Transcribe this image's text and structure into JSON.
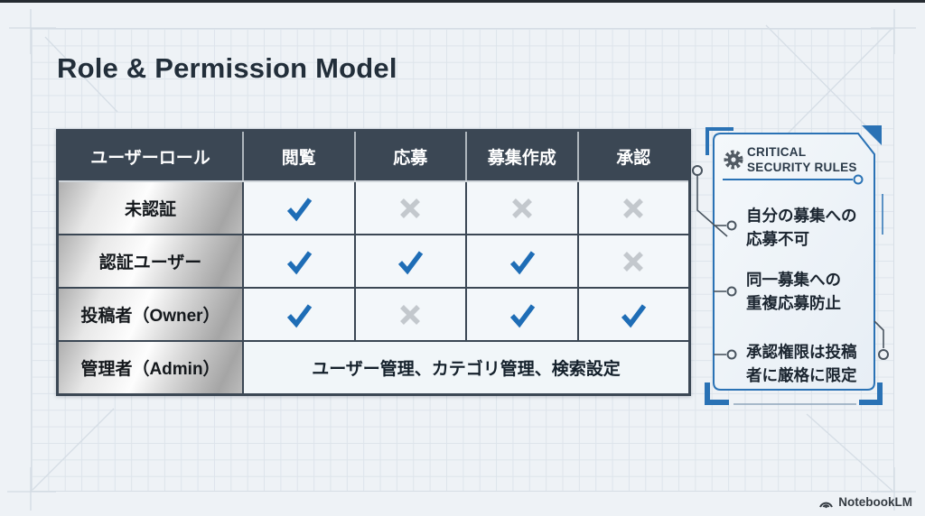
{
  "slide": {
    "title": "Role & Permission Model"
  },
  "table": {
    "headers": [
      "ユーザーロール",
      "閲覧",
      "応募",
      "募集作成",
      "承認"
    ],
    "rows": [
      {
        "label": "未認証",
        "cells": [
          "check",
          "cross",
          "cross",
          "cross"
        ]
      },
      {
        "label": "認証ユーザー",
        "cells": [
          "check",
          "check",
          "check",
          "cross"
        ]
      },
      {
        "label": "投稿者（Owner）",
        "cells": [
          "check",
          "cross",
          "check",
          "check"
        ]
      },
      {
        "label": "管理者（Admin）",
        "span": "ユーザー管理、カテゴリ管理、検索設定"
      }
    ]
  },
  "panel": {
    "title": "CRITICAL\nSECURITY RULES",
    "items": [
      {
        "text": "自分の募集への\n応募不可"
      },
      {
        "text": "同一募集への\n重複応募防止"
      },
      {
        "text": "承認権限は投稿\n者に厳格に限定"
      }
    ]
  },
  "footer": {
    "brand": "NotebookLM"
  },
  "colors": {
    "check": "#1e6db6",
    "cross": "#c3c8cd",
    "header_bg": "#3b4754",
    "accent": "#2a72b5",
    "connector": "#4a5560"
  }
}
